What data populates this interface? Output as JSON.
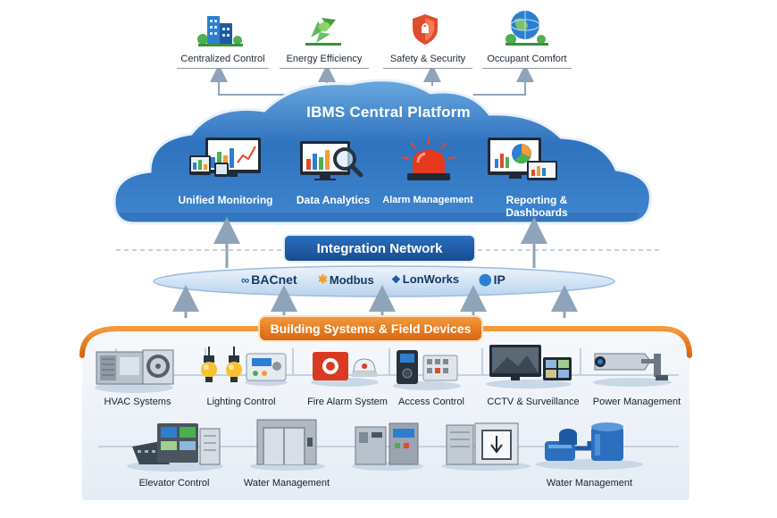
{
  "outcomes": [
    {
      "label": "Centralized Control",
      "icon": "building-icon"
    },
    {
      "label": "Energy Efficiency",
      "icon": "recycle-leaf-icon"
    },
    {
      "label": "Safety & Security",
      "icon": "shield-icon"
    },
    {
      "label": "Occupant Comfort",
      "icon": "globe-icon"
    }
  ],
  "platform": {
    "title": "IBMS Central Platform",
    "modules": [
      {
        "label": "Unified Monitoring",
        "icon": "monitor-devices-icon"
      },
      {
        "label": "Data Analytics",
        "icon": "analytics-magnifier-icon"
      },
      {
        "label": "Alarm Management",
        "icon": "alarm-beacon-icon"
      },
      {
        "label": "Reporting & Dashboards",
        "icon": "dashboard-charts-icon"
      }
    ]
  },
  "integration": {
    "title": "Integration Network",
    "protocols": [
      "BACnet",
      "Modbus",
      "LonWorks",
      "IP"
    ]
  },
  "field": {
    "title": "Building Systems & Field Devices",
    "systems_row1": [
      {
        "label": "HVAC Systems",
        "icon": "hvac-unit-icon"
      },
      {
        "label": "Lighting Control",
        "icon": "light-bulbs-icon"
      },
      {
        "label": "Fire Alarm System",
        "icon": "fire-alarm-icon"
      },
      {
        "label": "Access Control",
        "icon": "access-reader-icon"
      },
      {
        "label": "CCTV & Surveillance",
        "icon": "cctv-monitor-icon"
      },
      {
        "label": "Power Management",
        "icon": "security-camera-icon"
      }
    ],
    "systems_row2": [
      {
        "label": "Elevator Control",
        "icon": "control-panel-icon"
      },
      {
        "label": "Water Management",
        "icon": "elevator-icon"
      },
      {
        "label": "",
        "icon": "electrical-cabinet-icon"
      },
      {
        "label": "",
        "icon": "elevator-panel-icon"
      },
      {
        "label": "Water Management",
        "icon": "water-tanks-icon"
      }
    ]
  },
  "colors": {
    "cloud": "#2f6fb6",
    "cloud_light": "#5b9ad6",
    "integration_banner": "#1d5aa3",
    "field_banner": "#e7791c",
    "arrow": "#8fa4b8"
  }
}
